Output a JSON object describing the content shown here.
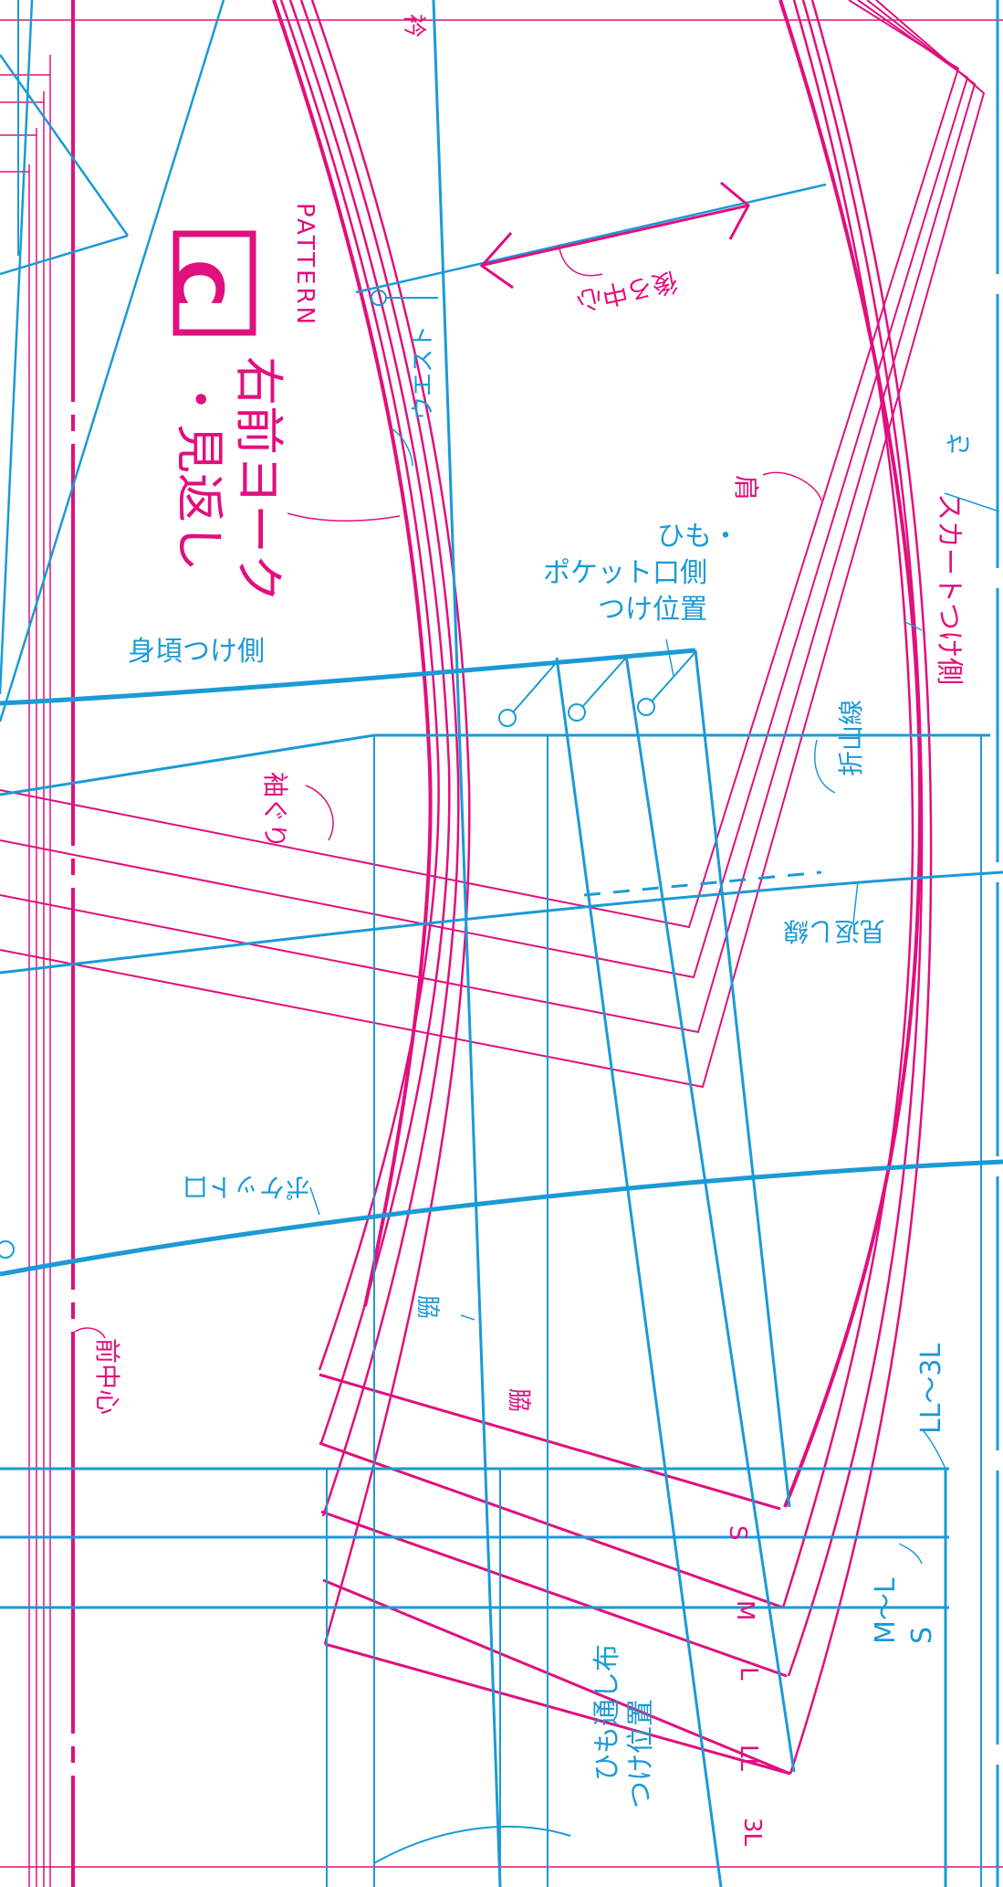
{
  "colors": {
    "magenta": "#e0107e",
    "blue": "#1b9ad6",
    "background": "#ffffff"
  },
  "pattern": {
    "heading": "PATTERN",
    "letter": "C",
    "title_line1": "右前ヨーク",
    "title_line2": "・見返し"
  },
  "labels": {
    "center_back": "後ろ中心",
    "waist": "ウエスト",
    "shoulder": "肩",
    "skirt_attach_side": "スカートつけ側",
    "attach_line1": "ひも・",
    "attach_line2": "ポケット口側",
    "attach_line3": "つけ位置",
    "bodice_side": "身頃つけ側",
    "armhole": "袖ぐり",
    "pleat_line": "折山線",
    "facing_line": "見返し線",
    "pocket_opening": "ポケット口",
    "front_center": "前中心",
    "side1": "脇",
    "side2": "脇",
    "loop_line1": "ひも通し布",
    "loop_line2": "つけ位置",
    "size_ll_3l": "LL〜3L",
    "size_m_l": "M〜L",
    "size_s_group": "S",
    "size_s": "S",
    "size_m": "M",
    "size_l": "L",
    "size_ll": "LL",
    "size_3l": "3L",
    "top_partial": "衿",
    "right_partial": "さ"
  }
}
